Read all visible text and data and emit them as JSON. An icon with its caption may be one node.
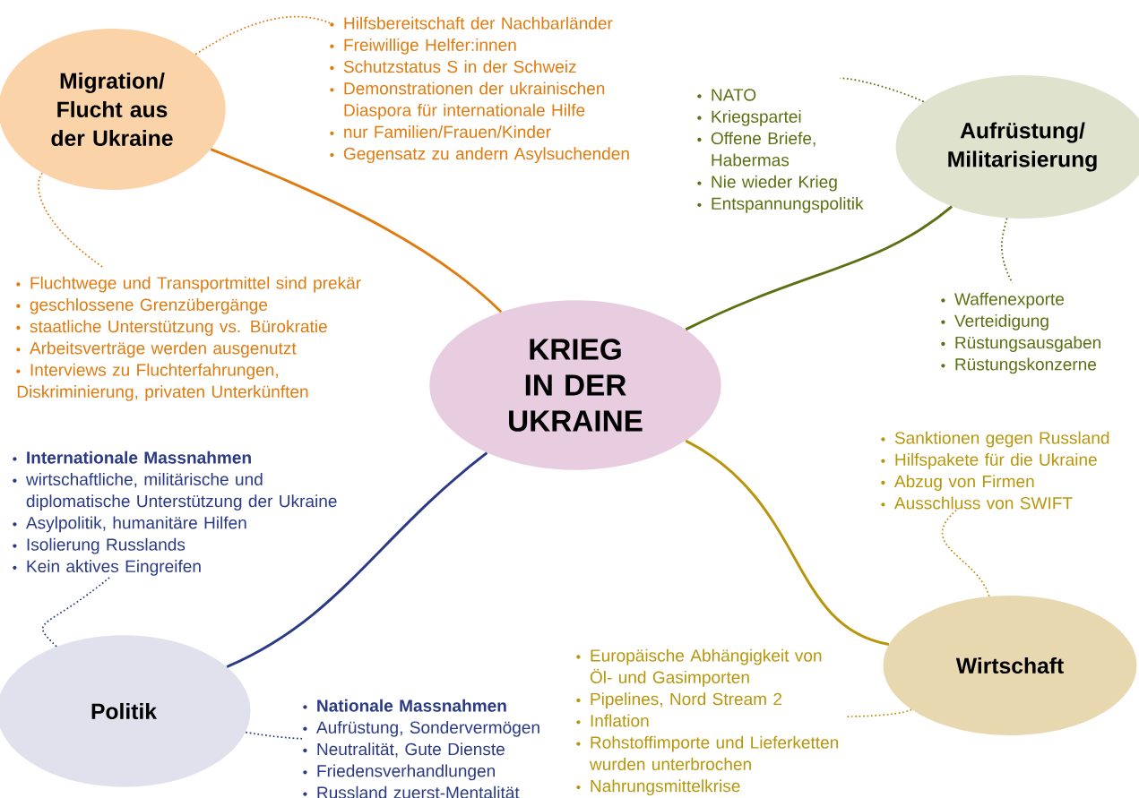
{
  "diagram": {
    "nodes": [
      {
        "text": [
          "KRIEG IN DER UKRAINE"
        ]
      },
      {
        "text": [
          "Migration/ Flucht aus der Ukraine"
        ]
      },
      {
        "text": [
          "Hilfsbereitschaft der Nachbarländer",
          "Freiwillige Helfer:innen",
          "Schutzstatus S in der Schweiz",
          "Demonstrationen der ukrainischen Diaspora für internationale Hilfe",
          "nur Familien/Frauen/Kinder",
          "Gegensatz zu andern Asylsuchenden"
        ]
      },
      {
        "text": [
          "Fluchtwege und Transportmittel sind prekär",
          "geschlossene Grenzübergänge",
          "staatliche Unterstützung vs. Bürokratie",
          "Arbeitsverträge werden ausgenutzt",
          "Interviews zu Fluchterfahrungen, Diskriminierung, privaten Unterkünften"
        ]
      },
      {
        "text": [
          "Aufrüstung/ Militarisierung"
        ]
      },
      {
        "text": [
          "NATO",
          "Kriegspartei",
          "Offene Briefe, Habermas",
          "Nie wieder Krieg",
          "Entspannungspolitik"
        ]
      },
      {
        "text": [
          "Waffenexporte",
          "Verteidigung",
          "Rüstungsausgaben",
          "Rüstungskonzerne"
        ]
      },
      {
        "text": [
          "Wirtschaft"
        ]
      },
      {
        "text": [
          "Sanktionen gegen Russland",
          "Hilfspakete für die Ukraine",
          "Abzug von Firmen",
          "Ausschluss von SWIFT"
        ]
      },
      {
        "text": [
          "Europäische Abhängigkeit von Öl- und Gasimporten",
          "Pipelines, Nord Stream 2",
          "Inflation",
          "Rohstoffimporte und Lieferketten wurden unterbrochen",
          "Nahrungsmittelkrise"
        ]
      },
      {
        "text": [
          "Politik"
        ]
      },
      {
        "text": [
          "Internationale Massnahmen",
          "wirtschaftliche, militärische und diplomatische Unterstützung der Ukraine",
          "Asylpolitik, humanitäre Hilfen",
          "Isolierung Russlands",
          "Kein aktives Eingreifen"
        ]
      },
      {
        "text": [
          "Nationale Massnahmen",
          "Aufrüstung, Sondervermögen",
          "Neutralität, Gute Dienste",
          "Friedensverhandlungen",
          "Russland zuerst-Mentalität"
        ]
      }
    ],
    "edges": [
      {
        "from": 0,
        "to": 1,
        "arrow": "none",
        "color": "#e07b10"
      },
      {
        "from": 0,
        "to": 4,
        "arrow": "none",
        "color": "#5b7012"
      },
      {
        "from": 0,
        "to": 7,
        "arrow": "none",
        "color": "#b8960c"
      },
      {
        "from": 0,
        "to": 10,
        "arrow": "none",
        "color": "#2b3a85"
      },
      {
        "from": 1,
        "to": 2,
        "arrow": "none",
        "style": "dashed",
        "color": "#e07b10"
      },
      {
        "from": 1,
        "to": 3,
        "arrow": "none",
        "style": "dashed",
        "color": "#e07b10"
      },
      {
        "from": 4,
        "to": 5,
        "arrow": "none",
        "style": "dashed",
        "color": "#5b7012"
      },
      {
        "from": 4,
        "to": 6,
        "arrow": "none",
        "style": "dashed",
        "color": "#5b7012"
      },
      {
        "from": 7,
        "to": 8,
        "arrow": "none",
        "style": "dashed",
        "color": "#b8960c"
      },
      {
        "from": 7,
        "to": 9,
        "arrow": "none",
        "style": "dashed",
        "color": "#b8960c"
      },
      {
        "from": 10,
        "to": 11,
        "arrow": "none",
        "style": "dashed",
        "color": "#2b3a85"
      },
      {
        "from": 10,
        "to": 12,
        "arrow": "none",
        "style": "dashed",
        "color": "#2b3a85"
      }
    ]
  }
}
